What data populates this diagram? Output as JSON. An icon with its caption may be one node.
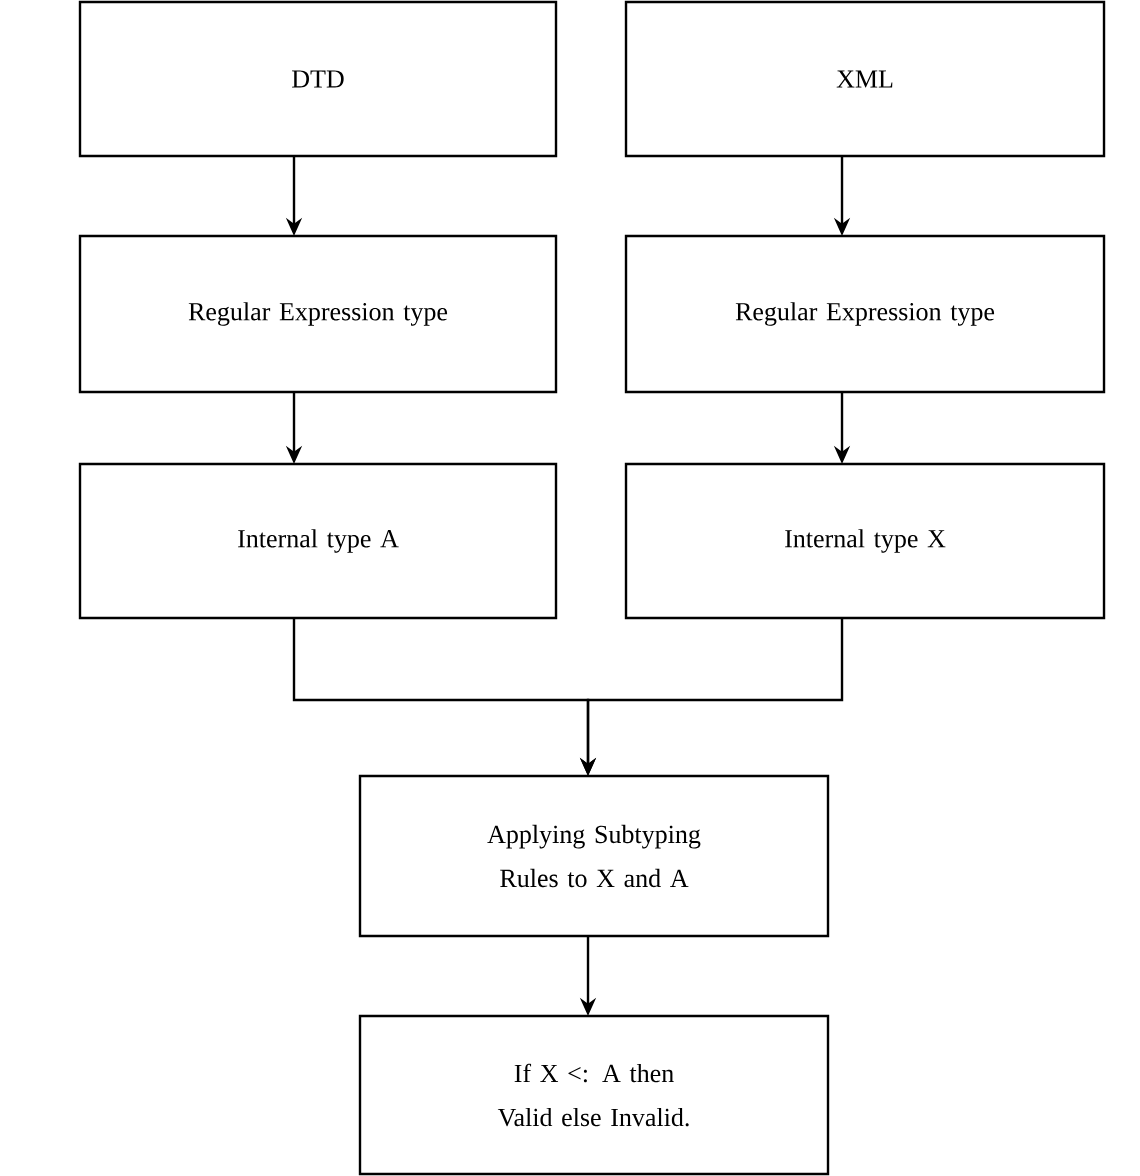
{
  "diagram": {
    "nodes": [
      {
        "text": [
          "DTD"
        ]
      },
      {
        "text": [
          "XML"
        ]
      },
      {
        "text": [
          "Regular Expression type"
        ]
      },
      {
        "text": [
          "Regular Expression type"
        ]
      },
      {
        "text": [
          "Internal type A"
        ]
      },
      {
        "text": [
          "Internal type X"
        ]
      },
      {
        "text": [
          "Applying Subtyping Rules to X and A"
        ]
      },
      {
        "text": [
          "If X <: A then Valid else Invalid."
        ]
      }
    ],
    "edges": [
      {
        "from": 0,
        "to": 2,
        "arrow": "to"
      },
      {
        "from": 1,
        "to": 3,
        "arrow": "to"
      },
      {
        "from": 2,
        "to": 4,
        "arrow": "to"
      },
      {
        "from": 3,
        "to": 5,
        "arrow": "to"
      },
      {
        "from": 4,
        "to": 6,
        "arrow": "to"
      },
      {
        "from": 5,
        "to": 6,
        "arrow": "to"
      },
      {
        "from": 6,
        "to": 7,
        "arrow": "to"
      }
    ]
  }
}
